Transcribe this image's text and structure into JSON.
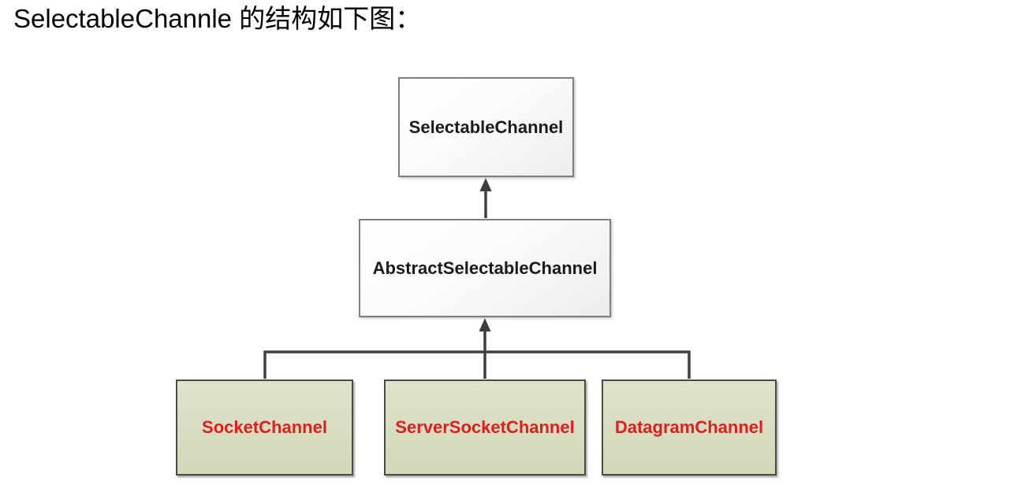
{
  "page": {
    "title": "SelectableChannle 的结构如下图："
  },
  "colors": {
    "connector": "#3f3f3f",
    "interface_box_bg_top": "#ffffff",
    "interface_box_bg_bottom": "#ededed",
    "interface_box_border": "#7f7f7f",
    "interface_label": "#1a1a1a",
    "impl_box_bg": "#d7ddc0",
    "impl_box_border": "#4c4b45",
    "impl_label": "#e11d1d"
  },
  "diagram": {
    "root": {
      "label": "SelectableChannel"
    },
    "abstract": {
      "label": "AbstractSelectableChannel"
    },
    "implementations": [
      {
        "label": "SocketChannel"
      },
      {
        "label": "ServerSocketChannel"
      },
      {
        "label": "DatagramChannel"
      }
    ]
  }
}
